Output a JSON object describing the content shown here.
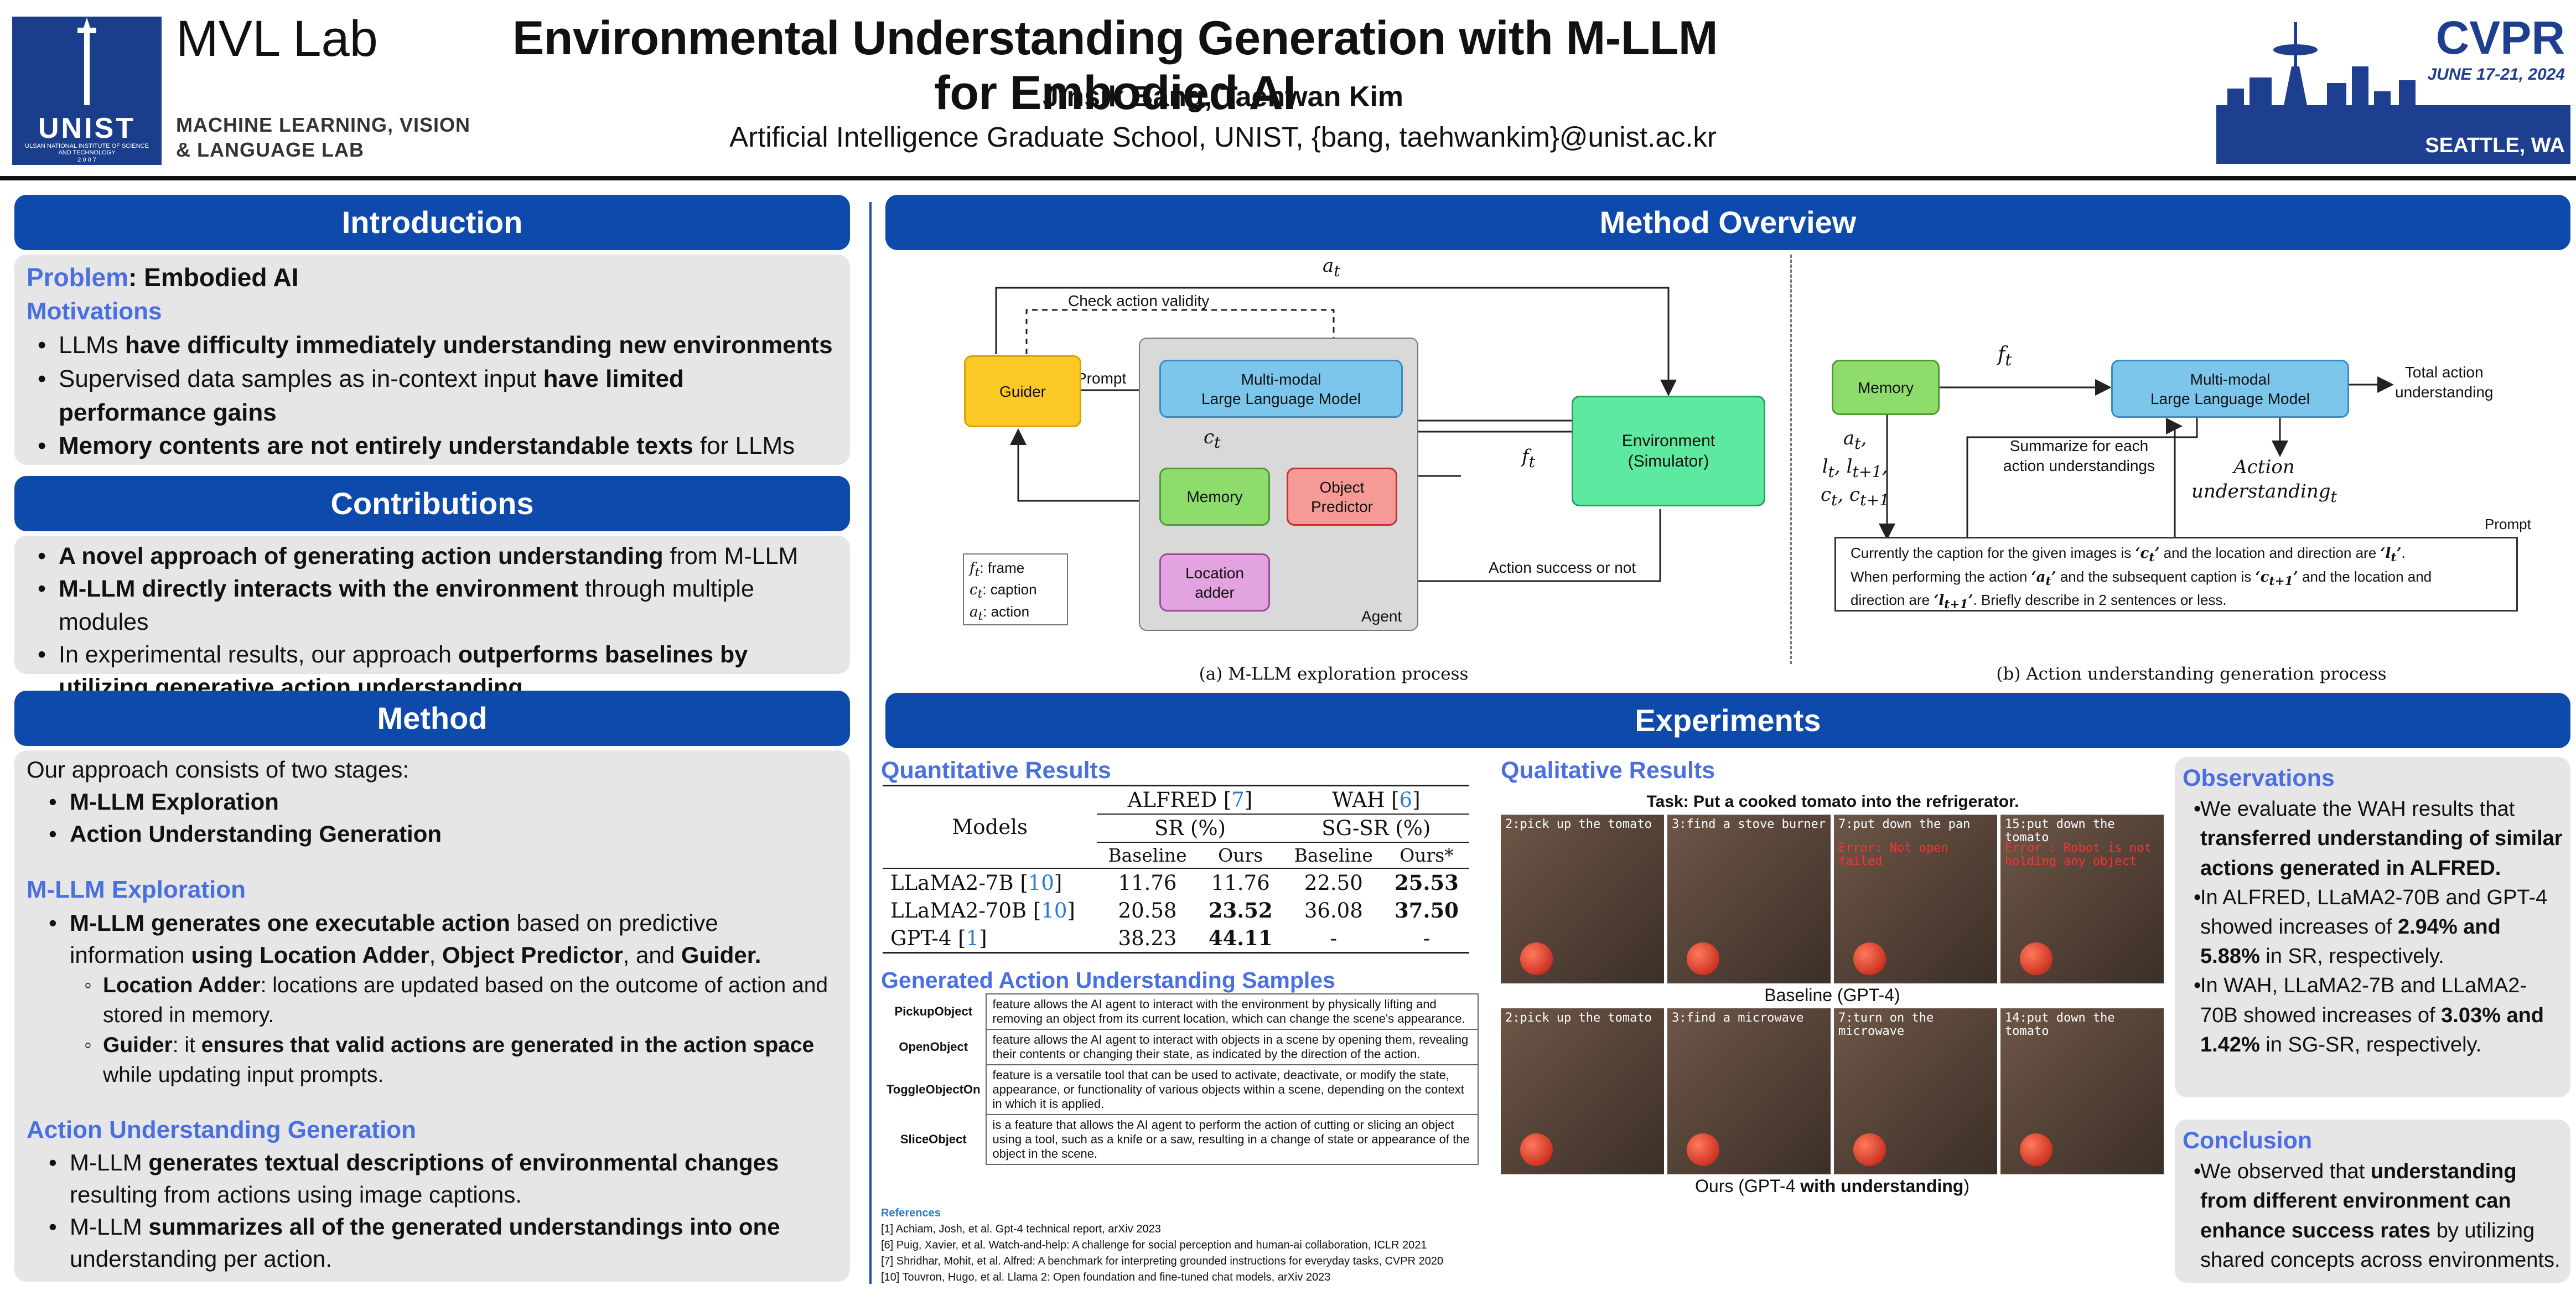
{
  "header": {
    "lab_name": "MVL Lab",
    "lab_sub1": "MACHINE LEARNING, VISION",
    "lab_sub2": "& LANGUAGE LAB",
    "unist_logo_text": "UNIST",
    "unist_logo_sub": "ULSAN NATIONAL INSTITUTE OF SCIENCE AND TECHNOLOGY",
    "unist_year": "2 0 0 7",
    "title": "Environmental Understanding Generation with M-LLM for Embodied AI",
    "authors": "Jinsik Bang, Taehwan Kim",
    "affiliation": "Artificial Intelligence Graduate School, UNIST, {bang, taehwankim}@unist.ac.kr",
    "cvpr": "CVPR",
    "cvpr_dates": "JUNE 17-21, 2024",
    "cvpr_city": "SEATTLE, WA"
  },
  "intro": {
    "banner": "Introduction",
    "problem_label": "Problem",
    "problem_text": ": Embodied AI",
    "motivations": "Motivations",
    "m1a": "LLMs ",
    "m1b": "have difficulty immediately understanding new environments",
    "m2a": "Supervised data samples as in-context input ",
    "m2b": "have limited performance gains",
    "m3a": "Memory contents are not entirely understandable texts",
    "m3b": " for LLMs"
  },
  "contrib": {
    "banner": "Contributions",
    "c1a": "A novel approach of generating action understanding",
    "c1b": " from M-LLM",
    "c2a": "M-LLM directly interacts with the environment",
    "c2b": " through multiple modules",
    "c3a": "In experimental results, our approach ",
    "c3b": "outperforms baselines by utilizing generative action understanding."
  },
  "method": {
    "banner": "Method",
    "intro": "Our approach consists of two stages:",
    "s1": "M-LLM Exploration",
    "s2": "Action Understanding Generation",
    "h1": "M-LLM Exploration",
    "e1a": "M-LLM generates one executable action",
    "e1b": " based on predictive information ",
    "e1c": "using Location Adder",
    "e1d": ", ",
    "e1e": "Object Predictor",
    "e1f": ", and ",
    "e1g": "Guider.",
    "l1a": "Location Adder",
    "l1b": ": locations are updated based on the outcome of action and stored in memory.",
    "g1a": "Guider",
    "g1b": ": it ",
    "g1c": "ensures that valid actions are generated in the action space",
    "g1d": " while updating input prompts.",
    "h2": "Action Understanding Generation",
    "a1a": "M-LLM ",
    "a1b": "generates textual descriptions of environmental changes",
    "a1c": " resulting from actions using image captions.",
    "a2a": "M-LLM ",
    "a2b": "summarizes all of the generated understandings into one",
    "a2c": " understanding per action."
  },
  "overview": {
    "banner": "Method Overview",
    "guider": "Guider",
    "prompt": "Prompt",
    "check": "Check action validity",
    "mllm1": "Multi-modal",
    "mllm2": "Large Language Model",
    "memory": "Memory",
    "objpred1": "Object",
    "objpred2": "Predictor",
    "locadd1": "Location",
    "locadd2": "adder",
    "agent": "Agent",
    "env1": "Environment",
    "env2": "(Simulator)",
    "success": "Action success or not",
    "leg_f": ": frame",
    "leg_c": ": caption",
    "leg_a": ": action",
    "cap_a": "(a) M-LLM exploration process",
    "b_memory": "Memory",
    "b_mllm1": "Multi-modal",
    "b_mllm2": "Large Language Model",
    "b_total1": "Total action",
    "b_total2": "understanding",
    "b_sum1": "Summarize  for each",
    "b_sum2": "action understandings",
    "b_action1": "Action",
    "b_action2": "understanding",
    "b_prompt": "Prompt",
    "b_p1": "Currently the caption for the given images is ",
    "b_p2": " and the location and direction are ",
    "b_p3": "When performing the action ",
    "b_p4": " and the subsequent caption is ",
    "b_p5": " and the location and",
    "b_p6": "direction are ",
    "b_p7": ". Briefly describe in 2 sentences or less.",
    "cap_b": "(b) Action understanding generation process"
  },
  "exp": {
    "banner": "Experiments",
    "quant": "Quantitative Results",
    "qual": "Qualitative Results",
    "gen": "Generated Action Understanding Samples",
    "task": "Task: Put a cooked tomato into the refrigerator.",
    "baseline_cap": "Baseline (GPT-4)",
    "ours_cap_a": "Ours (GPT-4 ",
    "ours_cap_b": "with understanding",
    "ours_cap_c": ")",
    "table": {
      "models": "Models",
      "alfred": "ALFRED [",
      "alfred_ref": "7",
      "wah": "WAH [",
      "wah_ref": "6",
      "close": "]",
      "sr": "SR (%)",
      "sgsr": "SG-SR (%)",
      "baseline": "Baseline",
      "ours": "Ours",
      "ours_star": "Ours*",
      "rows": [
        {
          "m": "LLaMA2-7B [",
          "r": "10",
          "v": [
            "11.76",
            "11.76",
            "22.50",
            "25.53"
          ],
          "bold": [
            false,
            false,
            false,
            true
          ]
        },
        {
          "m": "LLaMA2-70B [",
          "r": "10",
          "v": [
            "20.58",
            "23.52",
            "36.08",
            "37.50"
          ],
          "bold": [
            false,
            true,
            false,
            true
          ]
        },
        {
          "m": "GPT-4 [",
          "r": "1",
          "v": [
            "38.23",
            "44.11",
            "-",
            "-"
          ],
          "bold": [
            false,
            true,
            false,
            false
          ]
        }
      ]
    },
    "samples": [
      {
        "k": "PickupObject",
        "t": "feature allows the AI agent to interact with the environment by physically lifting and removing an object from its current location, which can change the scene's appearance."
      },
      {
        "k": "OpenObject",
        "t": "feature allows the AI agent to interact with objects in a scene by opening them, revealing their contents or changing their state, as indicated by the direction of the action."
      },
      {
        "k": "ToggleObjectOn",
        "t": "feature is a versatile tool that can be used to activate, deactivate, or modify the state, appearance, or functionality of various objects within a scene, depending on the context in which it is applied."
      },
      {
        "k": "SliceObject",
        "t": "is a feature that allows the AI agent to perform the action of cutting or slicing an object using a tool, such as a knife or a saw, resulting in a change of state or appearance of the object in the scene."
      }
    ],
    "frames_base": [
      {
        "c": "2:pick up the tomato",
        "e": ""
      },
      {
        "c": "3:find a stove burner",
        "e": ""
      },
      {
        "c": "7:put down the pan",
        "e": "Error: Not open failed"
      },
      {
        "c": "15:put down the tomato",
        "e": "Error : Robot is not holding any object"
      }
    ],
    "frames_ours": [
      {
        "c": "2:pick up the tomato",
        "e": ""
      },
      {
        "c": "3:find a microwave",
        "e": ""
      },
      {
        "c": "7:turn on the microwave",
        "e": ""
      },
      {
        "c": "14:put down the tomato",
        "e": ""
      }
    ]
  },
  "refs": {
    "title": "References",
    "r": [
      "[1] Achiam, Josh, et al. Gpt-4 technical report, arXiv 2023",
      "[6] Puig, Xavier, et al. Watch-and-help: A challenge for social perception and human-ai collaboration, ICLR 2021",
      "[7] Shridhar, Mohit, et al. Alfred: A benchmark for interpreting grounded instructions for everyday tasks, CVPR 2020",
      "[10] Touvron, Hugo, et al. Llama 2: Open foundation and fine-tuned chat models, arXiv 2023"
    ]
  },
  "obs": {
    "title": "Observations",
    "o1a": "We evaluate the WAH results that ",
    "o1b": "transferred understanding of similar actions generated in ALFRED.",
    "o2a": "In ALFRED, LLaMA2-70B and GPT-4 showed increases of ",
    "o2b": "2.94% and 5.88%",
    "o2c": " in SR, respectively.",
    "o3a": "In WAH, LLaMA2-7B and LLaMA2-70B showed increases of ",
    "o3b": "3.03% and 1.42%",
    "o3c": " in SG-SR, respectively.",
    "concl": "Conclusion",
    "c1a": "We observed that ",
    "c1b": "understanding from different environment can enhance success rates",
    "c1c": " by utilizing shared concepts across environments."
  },
  "colors": {
    "accent": "#0e4aac",
    "heading": "#4a6fe0",
    "panel": "#e6e6e6",
    "guider": "#fbc926",
    "mllm": "#7cc6ec",
    "memory": "#8ddc6c",
    "objpred": "#f59a96",
    "locadd": "#e3a3e0",
    "env": "#5deaa0",
    "agent": "#d9d9d9"
  }
}
